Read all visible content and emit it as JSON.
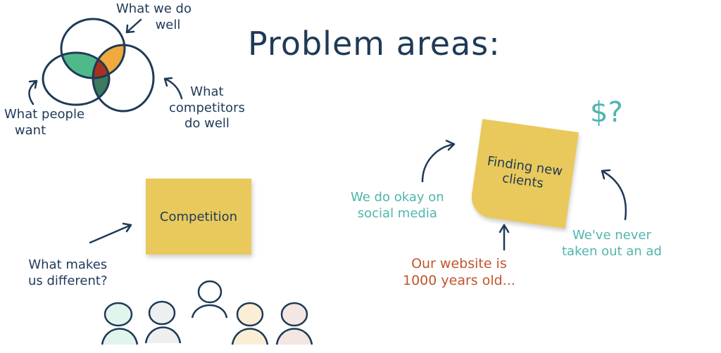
{
  "title": "Problem areas:",
  "venn": {
    "top_label": [
      "What we do",
      "well"
    ],
    "left_label": [
      "What people",
      "want"
    ],
    "right_label": [
      "What",
      "competitors",
      "do well"
    ],
    "colors": {
      "green": "#4fb98a",
      "orange": "#eeaa3c",
      "red": "#a5321f",
      "dark_green": "#3b7a5c",
      "outline": "#1f3a57"
    }
  },
  "competition_note": {
    "label": "Competition",
    "annotation": [
      "What makes",
      "us different?"
    ]
  },
  "clients_note": {
    "label": [
      "Finding new",
      "clients"
    ],
    "social": [
      "We do okay on",
      "social media"
    ],
    "website": [
      "Our website is",
      "1000 years old..."
    ],
    "ads": [
      "We've never",
      "taken out an ad"
    ],
    "money": "$?"
  },
  "people_colors": [
    "#cfeee0",
    "#e2e4e6",
    null,
    "#f8e8c4",
    "#efdcd6"
  ]
}
